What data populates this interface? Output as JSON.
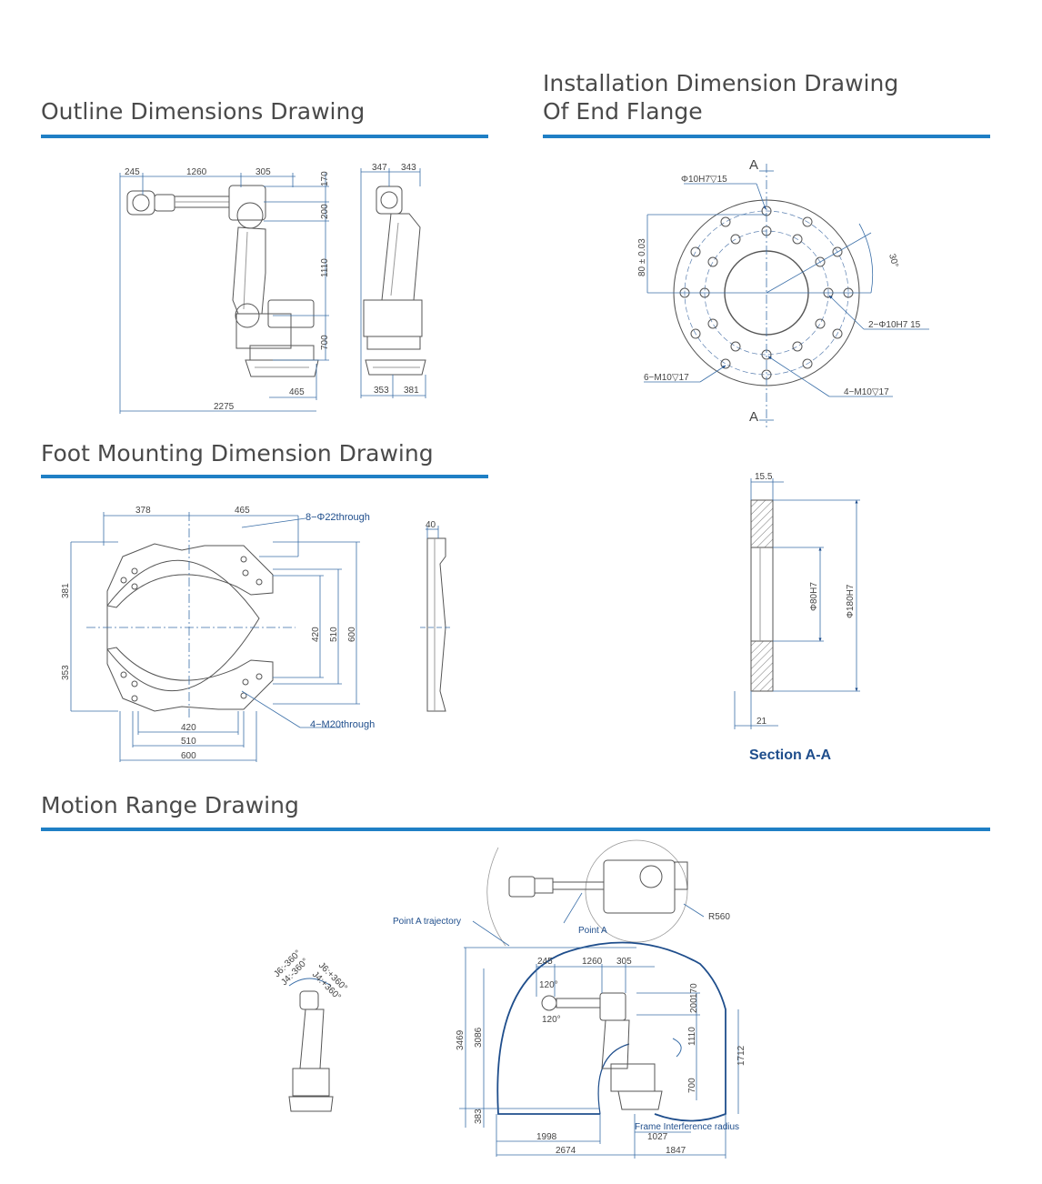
{
  "sections": {
    "outline": {
      "title": "Outline Dimensions Drawing"
    },
    "flange": {
      "title_line1": "Installation Dimension Drawing",
      "title_line2": "Of End Flange"
    },
    "foot": {
      "title": "Foot Mounting Dimension Drawing"
    },
    "motion": {
      "title": "Motion Range Drawing"
    }
  },
  "outline_dims": {
    "d245": "245",
    "d1260": "1260",
    "d305": "305",
    "d170": "170",
    "d200": "200",
    "d1110": "1110",
    "d700": "700",
    "d465": "465",
    "d2275": "2275",
    "d347": "347",
    "d343": "343",
    "d353": "353",
    "d381": "381"
  },
  "flange_dims": {
    "A_top": "A",
    "A_bottom": "A",
    "phi10h7_15": "Φ10H7▽15",
    "d80": "80 ± 0.03",
    "angle30": "30°",
    "two_phi10h7": "2−Φ10H7 15",
    "six_m10": "6−M10▽17",
    "four_m10": "4−M10▽17"
  },
  "section_dims": {
    "d15_5": "15.5",
    "phi80": "Φ80H7",
    "phi180": "Φ180H7",
    "d21": "21",
    "label": "Section A-A"
  },
  "foot_dims": {
    "d378": "378",
    "d465": "465",
    "eight_phi22": "8−Φ22through",
    "d381": "381",
    "d353": "353",
    "d420v": "420",
    "d510v": "510",
    "d600v": "600",
    "four_m20": "4−M20through",
    "d420h": "420",
    "d510h": "510",
    "d600h": "600",
    "d40": "40"
  },
  "motion_dims": {
    "point_a_traj": "Point A trajectory",
    "point_a": "Point A",
    "r560": "R560",
    "j6m": "J6:-360°",
    "j6p": "J6:+360°",
    "j4m": "J4:-360°",
    "j4p": "J4:+360°",
    "d245": "245",
    "d1260": "1260",
    "d305": "305",
    "a120a": "120°",
    "a120b": "120°",
    "d200": "200",
    "d170": "170",
    "d3469": "3469",
    "d3086": "3086",
    "d1110": "1110",
    "d1712": "1712",
    "d700": "700",
    "d383": "383",
    "d1998": "1998",
    "frame": "Frame Interference radius",
    "d1027": "1027",
    "d2674": "2674",
    "d1847": "1847"
  }
}
